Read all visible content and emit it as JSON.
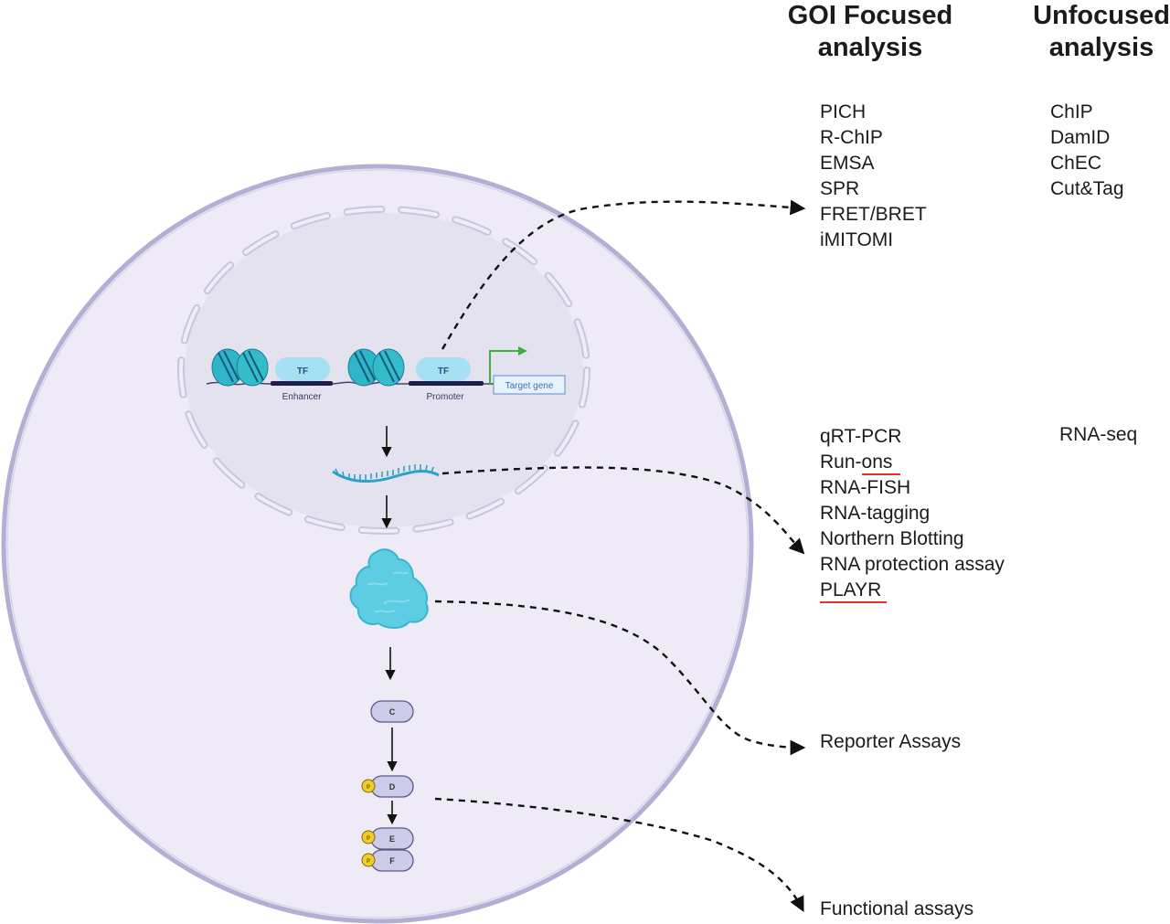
{
  "headers": {
    "focused": "GOI Focused analysis",
    "focused_line1": "GOI Focused",
    "focused_line2": "analysis",
    "unfocused_line1": "Unfocused",
    "unfocused_line2": "analysis"
  },
  "binding_methods": {
    "focused": [
      "PICH",
      "R-ChIP",
      "EMSA",
      "SPR",
      "FRET/BRET",
      "iMITOMI"
    ],
    "unfocused": [
      "ChIP",
      "DamID",
      "ChEC",
      "Cut&Tag"
    ]
  },
  "transcription_methods": {
    "focused": [
      "qRT-PCR",
      "Run-ons",
      "RNA-FISH",
      "RNA-tagging",
      "Northern Blotting",
      "RNA protection assay",
      "PLAYR"
    ],
    "focused_red_underlined": [
      "Run-ons (partial: ons)",
      "PLAYR"
    ],
    "unfocused": [
      "RNA-seq"
    ]
  },
  "protein_methods": {
    "label": "Reporter Assays"
  },
  "function_methods": {
    "label": "Functional assays"
  },
  "cell": {
    "chromatin": {
      "tf_label_1": "TF",
      "tf_label_2": "TF",
      "enhancer_label": "Enhancer",
      "promoter_label": "Promoter",
      "target_gene_label": "Target gene"
    },
    "signaling": {
      "nodes": [
        "C",
        "D",
        "E",
        "F"
      ],
      "phospho_label": "P"
    }
  },
  "colors": {
    "cell_fill": "#eeebf6",
    "cell_border": "#b4aed3",
    "nucleus_fill": "#e3e2ee",
    "nucleosome": "#2fb5c8",
    "tf_fill": "#a6e1f3",
    "promoter_arrow": "#3fae3f",
    "red_underline": "#e0342a",
    "phospho": "#f2cd2a"
  }
}
